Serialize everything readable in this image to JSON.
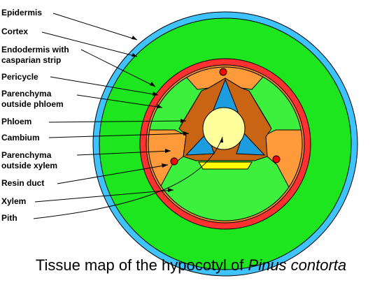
{
  "labels": {
    "epidermis": "Epidermis",
    "cortex": "Cortex",
    "endodermis_1": "Endodermis with",
    "endodermis_2": "casparian strip",
    "pericycle": "Pericycle",
    "par_phloem_1": "Parenchyma",
    "par_phloem_2": "outside phloem",
    "phloem": "Phloem",
    "cambium": "Cambium",
    "par_xylem_1": "Parenchyma",
    "par_xylem_2": "outside xylem",
    "resin_duct": "Resin duct",
    "xylem": "Xylem",
    "pith": "Pith"
  },
  "caption": {
    "prefix": "Tissue map of the hypocotyl of ",
    "species": "Pinus contorta"
  },
  "colors": {
    "epidermis": "#3fc3ff",
    "cortex": "#1ee61e",
    "endodermis": "#ff3030",
    "pericycle_ring": "#e88a3a",
    "parenchyma_phloem": "#3ef03e",
    "parenchyma_xylem": "#ff9a3a",
    "phloem": "#ffff00",
    "cambium": "#c86414",
    "xylem": "#1e9ce0",
    "pith": "#ffff9c",
    "resin_duct": "#ff0000"
  }
}
